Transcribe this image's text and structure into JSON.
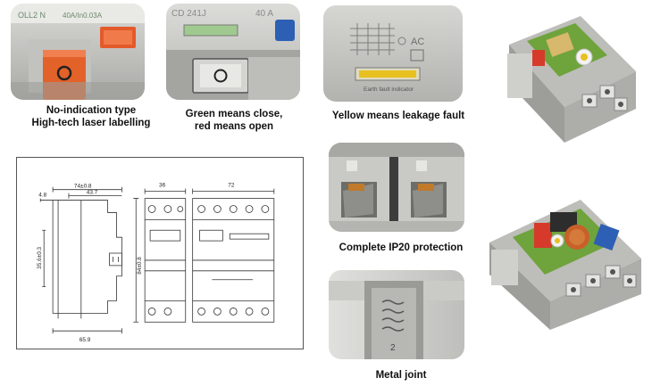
{
  "captions": {
    "no_indication_line1": "No-indication type",
    "no_indication_line2": "High-tech laser labelling",
    "green_close_line1": "Green means close,",
    "green_close_line2": "red means open",
    "yellow_leakage": "Yellow means leakage fault",
    "ip20": "Complete IP20 protection",
    "metal_joint": "Metal joint"
  },
  "device_text": {
    "label_left": "OLL2 N",
    "rating_left": "40A/In0.03A",
    "model_middle": "CD 241J",
    "rating_middle": "40 A",
    "ac_mark": "AC",
    "earth_fault": "Earth fault indicator",
    "knob_number": "2"
  },
  "dimensions": {
    "total_depth": "74±0.8",
    "body_depth": "43.7",
    "front_offset": "4.8",
    "height_rail": "35.6±0.3",
    "base_depth": "65.9",
    "width_2p": "36",
    "width_4p": "72",
    "height_total": "84±0.8"
  },
  "colors": {
    "orange_handle": "#e2622a",
    "blue_button": "#2d5fb4",
    "yellow_indicator": "#e8c020",
    "device_gray": "#c9c9c6",
    "green_board": "#6fa33c"
  }
}
